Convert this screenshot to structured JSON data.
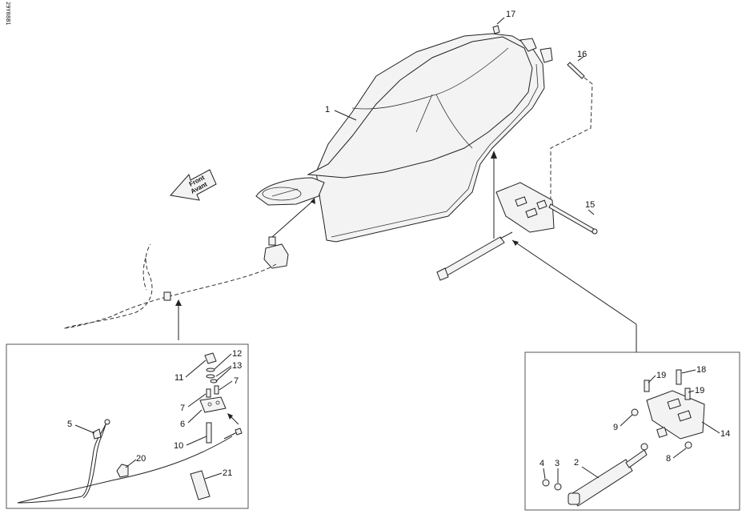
{
  "drawing_code": "29Y08B1",
  "front_arrow": {
    "line1": "Front",
    "line2": "Avant"
  },
  "callouts": {
    "c1": "1",
    "c2": "2",
    "c3": "3",
    "c4": "4",
    "c5": "5",
    "c6": "6",
    "c7a": "7",
    "c7b": "7",
    "c8": "8",
    "c9": "9",
    "c10": "10",
    "c11": "11",
    "c12": "12",
    "c13": "13",
    "c14": "14",
    "c15": "15",
    "c16": "16",
    "c17": "17",
    "c18": "18",
    "c19a": "19",
    "c19b": "19",
    "c20": "20",
    "c21": "21"
  }
}
